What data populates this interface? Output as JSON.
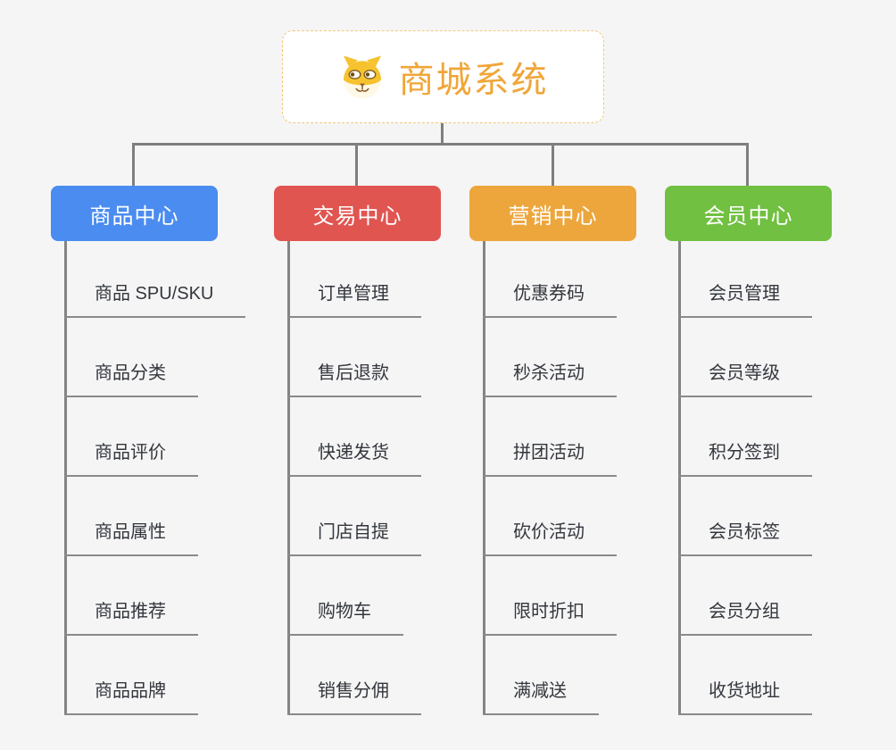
{
  "canvas": {
    "background": "#f5f5f5",
    "connector_color": "#7f7f7f",
    "underline_color": "#8a8a8a"
  },
  "root": {
    "title": "商城系统",
    "title_color": "#f0a638",
    "border_color": "#f3c77b",
    "icon": "dog-face-icon"
  },
  "branches": [
    {
      "label": "商品中心",
      "color": "#4a8cf0",
      "items": [
        "商品 SPU/SKU",
        "商品分类",
        "商品评价",
        "商品属性",
        "商品推荐",
        "商品品牌"
      ]
    },
    {
      "label": "交易中心",
      "color": "#e15551",
      "items": [
        "订单管理",
        "售后退款",
        "快递发货",
        "门店自提",
        "购物车",
        "销售分佣"
      ]
    },
    {
      "label": "营销中心",
      "color": "#eda63c",
      "items": [
        "优惠券码",
        "秒杀活动",
        "拼团活动",
        "砍价活动",
        "限时折扣",
        "满减送"
      ]
    },
    {
      "label": "会员中心",
      "color": "#71c041",
      "items": [
        "会员管理",
        "会员等级",
        "积分签到",
        "会员标签",
        "会员分组",
        "收货地址"
      ]
    }
  ]
}
